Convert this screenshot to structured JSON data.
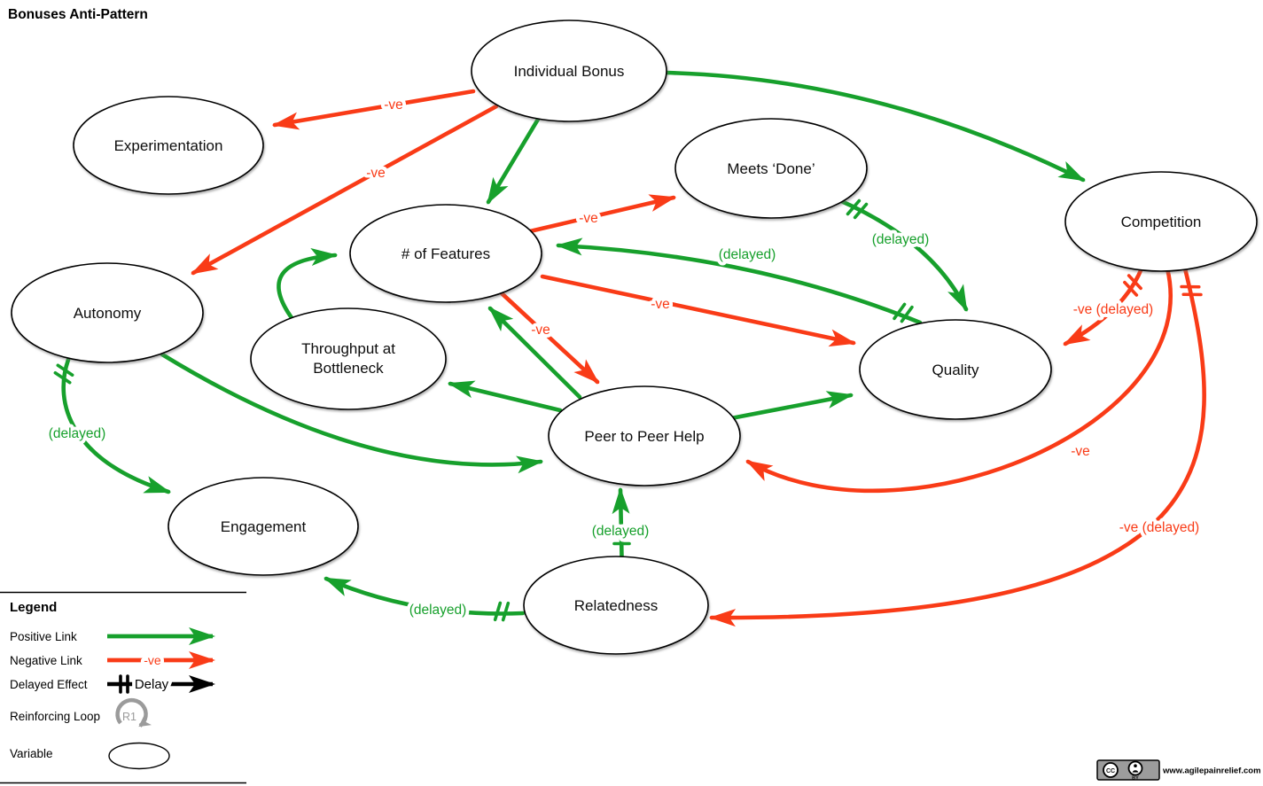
{
  "title": "Bonuses Anti-Pattern",
  "nodes": {
    "individual_bonus": "Individual Bonus",
    "experimentation": "Experimentation",
    "meets_done": "Meets ‘Done’",
    "competition": "Competition",
    "num_features": "# of Features",
    "autonomy": "Autonomy",
    "throughput_line1": "Throughput at",
    "throughput_line2": "Bottleneck",
    "quality": "Quality",
    "peer_help": "Peer to Peer Help",
    "engagement": "Engagement",
    "relatedness": "Relatedness"
  },
  "edges": [
    {
      "from": "individual_bonus",
      "to": "experimentation",
      "polarity": "negative",
      "delayed": false,
      "label": "-ve"
    },
    {
      "from": "individual_bonus",
      "to": "autonomy",
      "polarity": "negative",
      "delayed": false,
      "label": "-ve"
    },
    {
      "from": "individual_bonus",
      "to": "num_features",
      "polarity": "positive",
      "delayed": false,
      "label": ""
    },
    {
      "from": "individual_bonus",
      "to": "competition",
      "polarity": "positive",
      "delayed": false,
      "label": ""
    },
    {
      "from": "num_features",
      "to": "meets_done",
      "polarity": "negative",
      "delayed": false,
      "label": "-ve"
    },
    {
      "from": "meets_done",
      "to": "quality",
      "polarity": "positive",
      "delayed": true,
      "label": "(delayed)"
    },
    {
      "from": "quality",
      "to": "num_features",
      "polarity": "positive",
      "delayed": true,
      "label": "(delayed)"
    },
    {
      "from": "num_features",
      "to": "quality",
      "polarity": "negative",
      "delayed": false,
      "label": "-ve"
    },
    {
      "from": "num_features",
      "to": "peer_help",
      "polarity": "negative",
      "delayed": false,
      "label": "-ve"
    },
    {
      "from": "peer_help",
      "to": "num_features",
      "polarity": "positive",
      "delayed": false,
      "label": ""
    },
    {
      "from": "peer_help",
      "to": "throughput",
      "polarity": "positive",
      "delayed": false,
      "label": ""
    },
    {
      "from": "throughput",
      "to": "num_features",
      "polarity": "positive",
      "delayed": false,
      "label": ""
    },
    {
      "from": "peer_help",
      "to": "quality",
      "polarity": "positive",
      "delayed": false,
      "label": ""
    },
    {
      "from": "autonomy",
      "to": "peer_help",
      "polarity": "positive",
      "delayed": false,
      "label": ""
    },
    {
      "from": "autonomy",
      "to": "engagement",
      "polarity": "positive",
      "delayed": true,
      "label": "(delayed)"
    },
    {
      "from": "relatedness",
      "to": "peer_help",
      "polarity": "positive",
      "delayed": true,
      "label": "(delayed)"
    },
    {
      "from": "relatedness",
      "to": "engagement",
      "polarity": "positive",
      "delayed": true,
      "label": "(delayed)"
    },
    {
      "from": "competition",
      "to": "quality",
      "polarity": "negative",
      "delayed": true,
      "label": "-ve (delayed)"
    },
    {
      "from": "competition",
      "to": "peer_help",
      "polarity": "negative",
      "delayed": false,
      "label": "-ve"
    },
    {
      "from": "competition",
      "to": "relatedness",
      "polarity": "negative",
      "delayed": true,
      "label": "-ve (delayed)"
    }
  ],
  "legend": {
    "title": "Legend",
    "positive_link": "Positive Link",
    "negative_link": "Negative Link",
    "negative_symbol": "-ve",
    "delayed_effect": "Delayed Effect",
    "delay_label": "Delay",
    "reinforcing_loop": "Reinforcing Loop",
    "loop_badge": "R1",
    "variable": "Variable"
  },
  "footer": {
    "badge_cc": "CC",
    "badge_by": "BY",
    "website": "www.agilepainrelief.com"
  },
  "colors": {
    "positive": "#17A02C",
    "negative": "#F93B17",
    "delay_black": "#000000",
    "loop_gray": "#9B9B9B",
    "node_fill": "#FFFFFF",
    "node_stroke": "#000000"
  }
}
